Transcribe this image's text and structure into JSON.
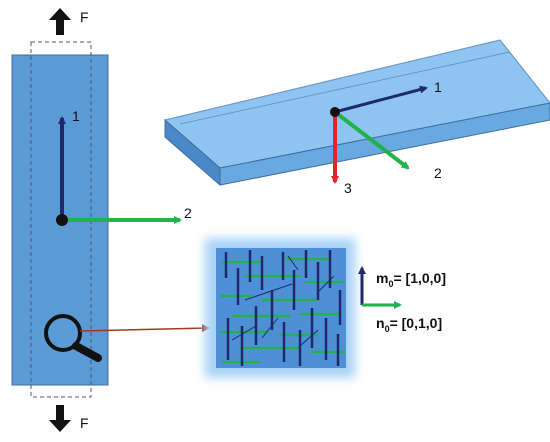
{
  "force": {
    "top_label": "F",
    "bottom_label": "F"
  },
  "specimen_axes": {
    "axis1": "1",
    "axis2": "2"
  },
  "plate_axes": {
    "axis1": "1",
    "axis2": "2",
    "axis3": "3"
  },
  "microstructure": {
    "m0_prefix": "m",
    "m0_sub": "0",
    "m0_value": "= [1,0,0]",
    "n0_prefix": "n",
    "n0_sub": "0",
    "n0_value": "= [0,1,0]"
  },
  "icons": {
    "magnifier": "magnifying-glass-icon"
  },
  "colors": {
    "specimen_fill": "#5b9bd5",
    "axis1": "#1f2a6b",
    "axis2": "#22b24c",
    "axis3": "#e0242a",
    "leader": "#9e3b1f"
  }
}
